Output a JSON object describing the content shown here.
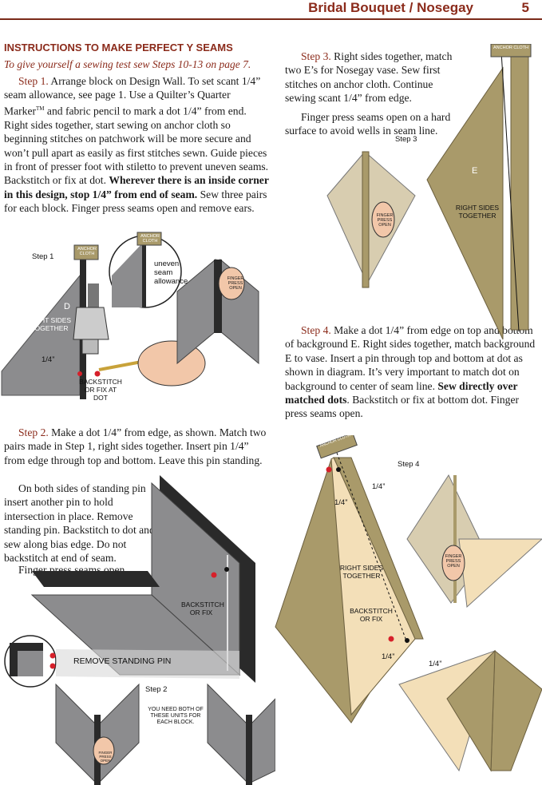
{
  "header": {
    "title": "Bridal Bouquet / Nosegay",
    "page_number": "5"
  },
  "section": {
    "heading": "INSTRUCTIONS TO MAKE PERFECT Y SEAMS",
    "subheading": "To give yourself a sewing test sew Steps 10-13 on page 7."
  },
  "step1": {
    "label": "Step 1.",
    "text_a": " Arrange block on Design Wall. To set scant 1/4” seam allowance, see page 1. Use a Quilter’s Quarter Marker",
    "tm": "TM",
    "text_b": " and fabric pencil to mark a dot 1/4” from end. Right sides together, start sewing on anchor cloth so beginning stitches on patchwork will be more secure and won’t pull apart as easily as first stitches sewn. Guide pieces in front of presser foot with stiletto to prevent uneven seams. Backstitch or fix at dot. ",
    "bold": "Wherever there is an inside corner in this design, stop 1/4” from end of seam.",
    "text_c": " Sew three pairs for each block. Finger press seams open and remove ears."
  },
  "step2": {
    "label": "Step 2.",
    "text_a": " Make a dot 1/4” from edge, as shown. Match two pairs made in Step 1, right sides together. Insert pin 1/4” from edge through top and bottom. Leave this pin standing.",
    "text_b": "On both sides of standing pin insert another pin to hold intersection in place. Remove standing pin. Backstitch to dot and sew along bias edge. Do not backstitch at end of seam.",
    "text_c": "Finger press seams open."
  },
  "step3": {
    "label": "Step 3.",
    "text_a": " Right sides together, match two E’s for Nosegay vase. Sew first stitches on anchor cloth. Continue sewing scant 1/4” from edge.",
    "text_b": "Finger press seams open on a hard surface to avoid wells in seam line."
  },
  "step4": {
    "label": "Step 4.",
    "text_a": " Make a dot 1/4” from edge on top and bottom of background E. Right sides together, match background E to vase. Insert a pin through top and bottom at dot as shown in diagram. It’s very important to match dot on background to center of seam line. ",
    "bold": "Sew directly over matched dots",
    "text_b": ". Backstitch or fix at bottom dot. Finger press seams open."
  },
  "diagram_labels": {
    "step1_title": "Step 1",
    "anchor_cloth": "ANCHOR CLOTH",
    "uneven_seam": "uneven seam allowance",
    "piece_d": "D",
    "right_sides_together": "RIGHT SIDES TOGETHER",
    "quarter": "1/4”",
    "backstitch_or_fix_at_dot": "BACKSTITCH OR FIX AT DOT",
    "finger_press_open": "FINGER PRESS OPEN",
    "step2_title": "Step 2",
    "backstitch_or_fix": "BACKSTITCH OR FIX",
    "remove_standing_pin": "REMOVE STANDING PIN",
    "need_both": "YOU NEED BOTH OF THESE UNITS FOR EACH BLOCK.",
    "step3_title": "Step 3",
    "piece_e": "E",
    "step4_title": "Step 4"
  },
  "colors": {
    "accent": "#8b2b1b",
    "gray_fabric": "#8c8c8e",
    "dark_fabric": "#2a2a2a",
    "khaki": "#a99a6a",
    "tan": "#d8cdb0",
    "cream": "#f3dfb8",
    "red_dot": "#d6202a"
  }
}
